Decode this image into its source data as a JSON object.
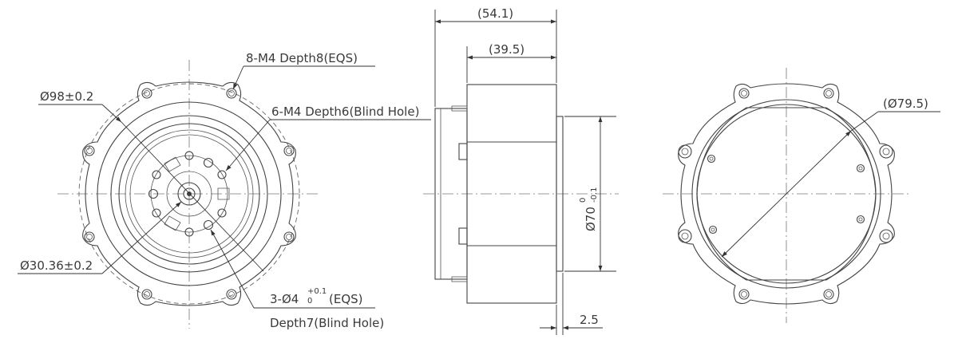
{
  "front_view": {
    "label_bolt_circle_holes": "8-M4 Depth8(EQS)",
    "label_outer_diameter": "Ø98±0.2",
    "label_blind_holes": "6-M4 Depth6(Blind Hole)",
    "label_inner_diameter": "Ø30.36±0.2",
    "label_pin_holes_prefix": "3-Ø4",
    "label_pin_tol_upper": "+0.1",
    "label_pin_tol_lower": "0",
    "label_pin_holes_suffix": "(EQS)",
    "label_pin_depth": "Depth7(Blind Hole)"
  },
  "side_view": {
    "label_overall_length": "(54.1)",
    "label_body_length": "(39.5)",
    "label_shaft_diameter_prefix": "Ø70",
    "label_shaft_tol_upper": "0",
    "label_shaft_tol_lower": "-0.1",
    "label_flange_offset": "2.5"
  },
  "rear_view": {
    "label_housing_diameter": "(Ø79.5)"
  }
}
